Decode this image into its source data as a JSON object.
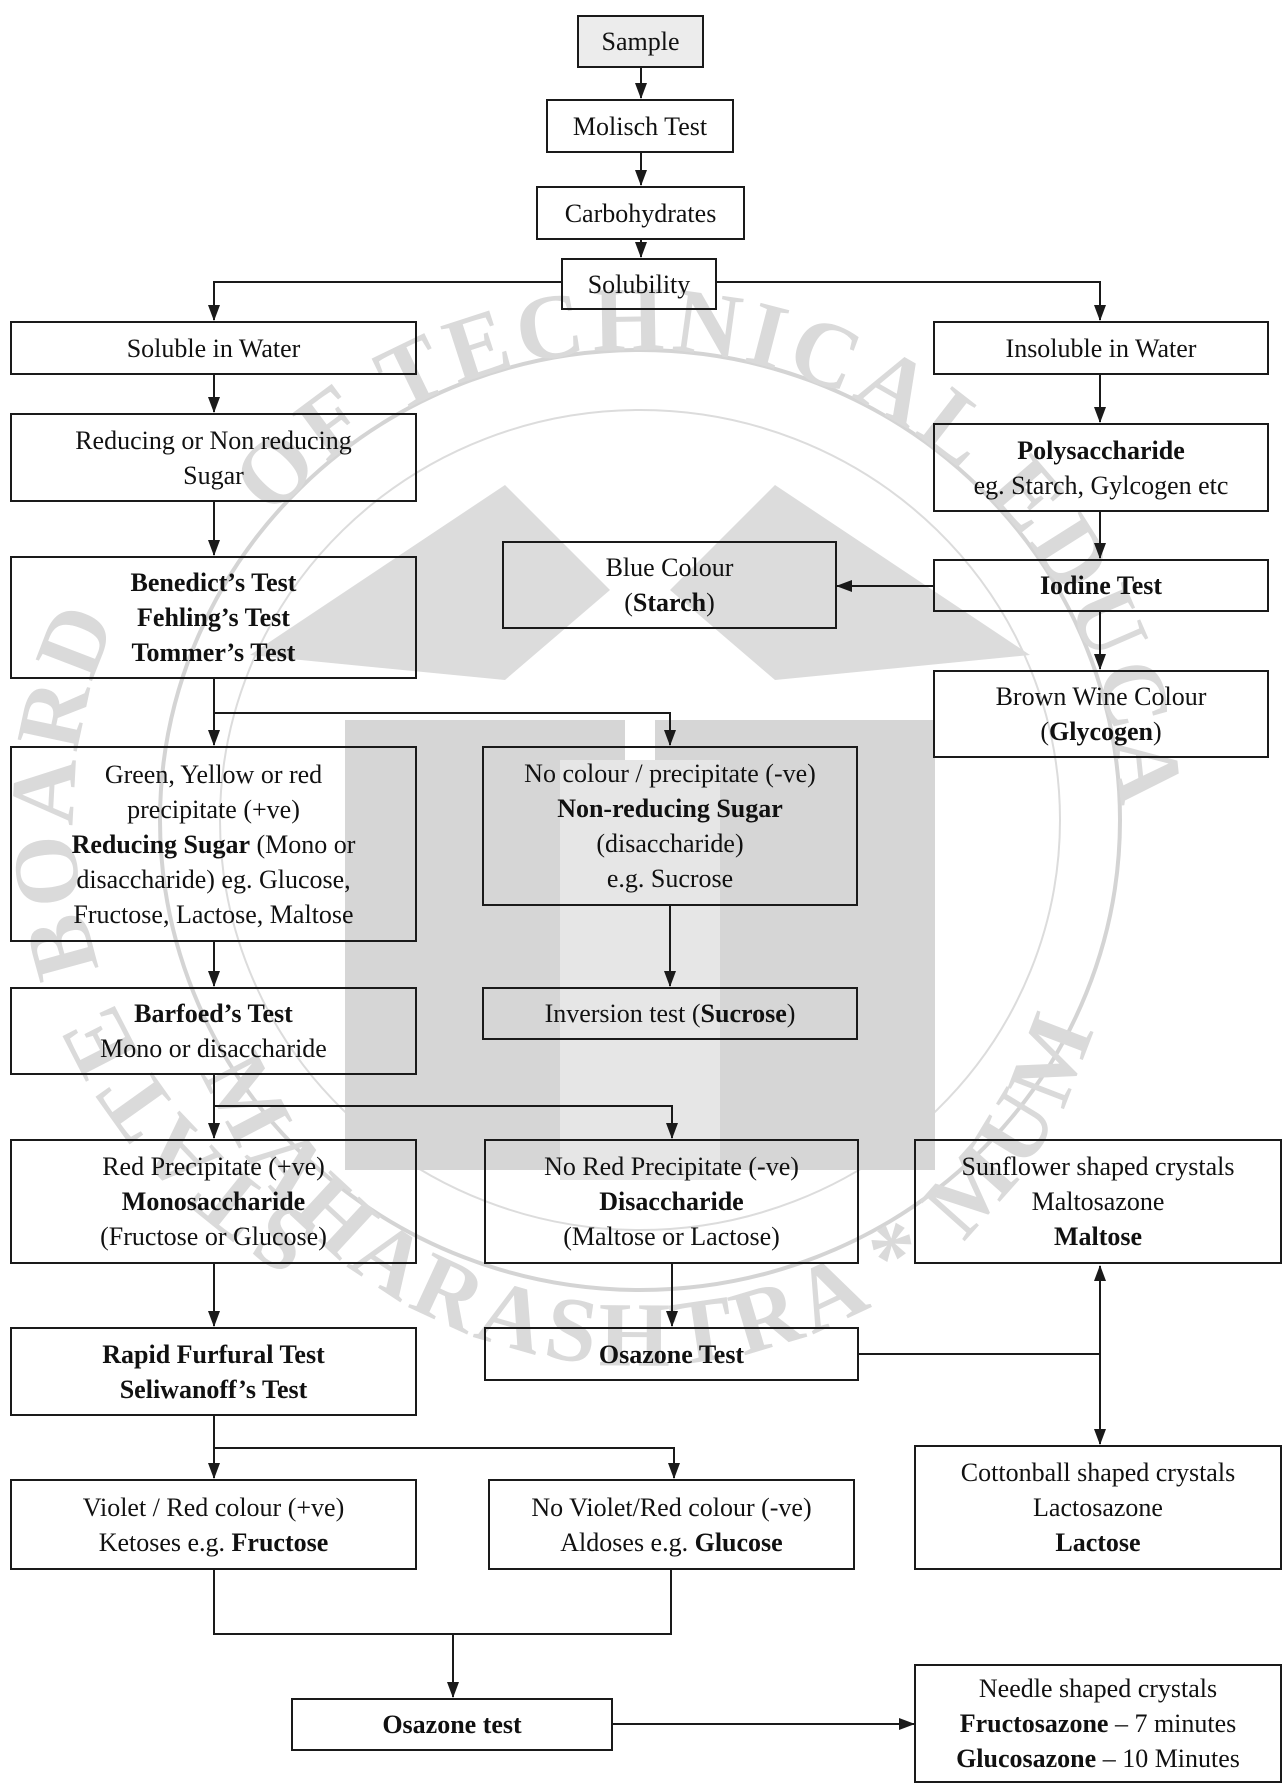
{
  "watermark": {
    "ring_text_top": "OF TECHNICAL EDUCATI",
    "ring_text_left": "STATE BOARD",
    "ring_text_bottom": "MAHARASHTRA * MUMBAI"
  },
  "nodes": {
    "sample": {
      "lines": [
        [
          "Sample"
        ]
      ]
    },
    "molisch_test": {
      "lines": [
        [
          "Molisch Test"
        ]
      ]
    },
    "carbohydrates": {
      "lines": [
        [
          "Carbohydrates"
        ]
      ]
    },
    "solubility": {
      "lines": [
        [
          "Solubility"
        ]
      ]
    },
    "soluble_in_water": {
      "lines": [
        [
          "Soluble in Water"
        ]
      ]
    },
    "insoluble_in_water": {
      "lines": [
        [
          "Insoluble in Water"
        ]
      ]
    },
    "reducing_or_non_reducing": {
      "lines": [
        [
          "Reducing or Non reducing"
        ],
        [
          "Sugar"
        ]
      ]
    },
    "polysaccharide": {
      "lines": [
        [
          "**Polysaccharide"
        ],
        [
          "eg. Starch, Gylcogen etc"
        ]
      ]
    },
    "benedict_group": {
      "lines": [
        [
          "**Benedict’s Test"
        ],
        [
          "**Fehling’s Test"
        ],
        [
          "**Tommer’s Test"
        ]
      ]
    },
    "blue_colour": {
      "lines": [
        [
          "Blue Colour"
        ],
        [
          "(",
          "**Starch",
          ")"
        ]
      ]
    },
    "iodine_test": {
      "lines": [
        [
          "**Iodine Test"
        ]
      ]
    },
    "brown_wine_colour": {
      "lines": [
        [
          "Brown Wine Colour"
        ],
        [
          "(",
          "**Glycogen",
          ")"
        ]
      ]
    },
    "reducing_sugar_positive": {
      "lines": [
        [
          "Green, Yellow or red"
        ],
        [
          "precipitate (+ve)"
        ],
        [
          "**Reducing Sugar",
          " (Mono or"
        ],
        [
          "disaccharide) eg. Glucose,"
        ],
        [
          "Fructose, Lactose, Maltose"
        ]
      ]
    },
    "non_reducing_sugar_negative": {
      "lines": [
        [
          "No colour / precipitate (-ve)"
        ],
        [
          "**Non-reducing Sugar"
        ],
        [
          "(disaccharide)"
        ],
        [
          "e.g. Sucrose"
        ]
      ]
    },
    "barfoed_test": {
      "lines": [
        [
          "**Barfoed’s Test"
        ],
        [
          "Mono or disaccharide"
        ]
      ]
    },
    "inversion_test": {
      "lines": [
        [
          "Inversion test (",
          "**Sucrose",
          ")"
        ]
      ]
    },
    "monosaccharide": {
      "lines": [
        [
          "Red Precipitate (+ve)"
        ],
        [
          "**Monosaccharide"
        ],
        [
          "(Fructose or Glucose)"
        ]
      ]
    },
    "disaccharide": {
      "lines": [
        [
          "No Red Precipitate (-ve)"
        ],
        [
          "**Disaccharide"
        ],
        [
          "(Maltose or Lactose)"
        ]
      ]
    },
    "maltose_crystals": {
      "lines": [
        [
          "Sunflower shaped crystals"
        ],
        [
          "Maltosazone"
        ],
        [
          "**Maltose"
        ]
      ]
    },
    "furfural_seliwanoff": {
      "lines": [
        [
          "**Rapid Furfural Test"
        ],
        [
          "**Seliwanoff’s Test"
        ]
      ]
    },
    "osazone_test_mid": {
      "lines": [
        [
          "**Osazone Test"
        ]
      ]
    },
    "ketoses_fructose": {
      "lines": [
        [
          "Violet / Red colour (+ve)"
        ],
        [
          "Ketoses e.g. ",
          "**Fructose"
        ]
      ]
    },
    "aldoses_glucose": {
      "lines": [
        [
          "No Violet/Red colour (-ve)"
        ],
        [
          "Aldoses e.g. ",
          "**Glucose"
        ]
      ]
    },
    "lactose_crystals": {
      "lines": [
        [
          "Cottonball shaped crystals"
        ],
        [
          "Lactosazone"
        ],
        [
          "**Lactose"
        ]
      ]
    },
    "osazone_test_bottom": {
      "lines": [
        [
          "**Osazone test"
        ]
      ]
    },
    "needle_crystals": {
      "lines": [
        [
          "Needle shaped crystals"
        ],
        [
          "**Fructosazone",
          " – 7 minutes"
        ],
        [
          "**Glucosazone",
          " – 10 Minutes"
        ]
      ]
    }
  }
}
